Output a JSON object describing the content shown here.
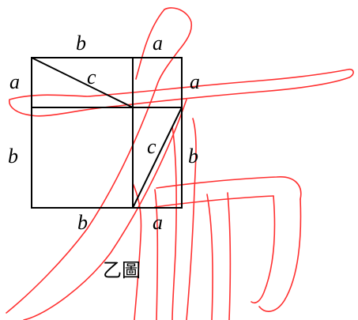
{
  "diagram": {
    "labels": {
      "top_b": "b",
      "top_a": "a",
      "left_a": "a",
      "right_a": "a",
      "left_b": "b",
      "right_b": "b",
      "bottom_b": "b",
      "bottom_a": "a",
      "upper_c": "c",
      "lower_c": "c"
    },
    "caption": "乙圖",
    "colors": {
      "lines": "#000000",
      "watermark": "#ff3030",
      "background": "#ffffff"
    },
    "watermark_glyph": "布"
  }
}
